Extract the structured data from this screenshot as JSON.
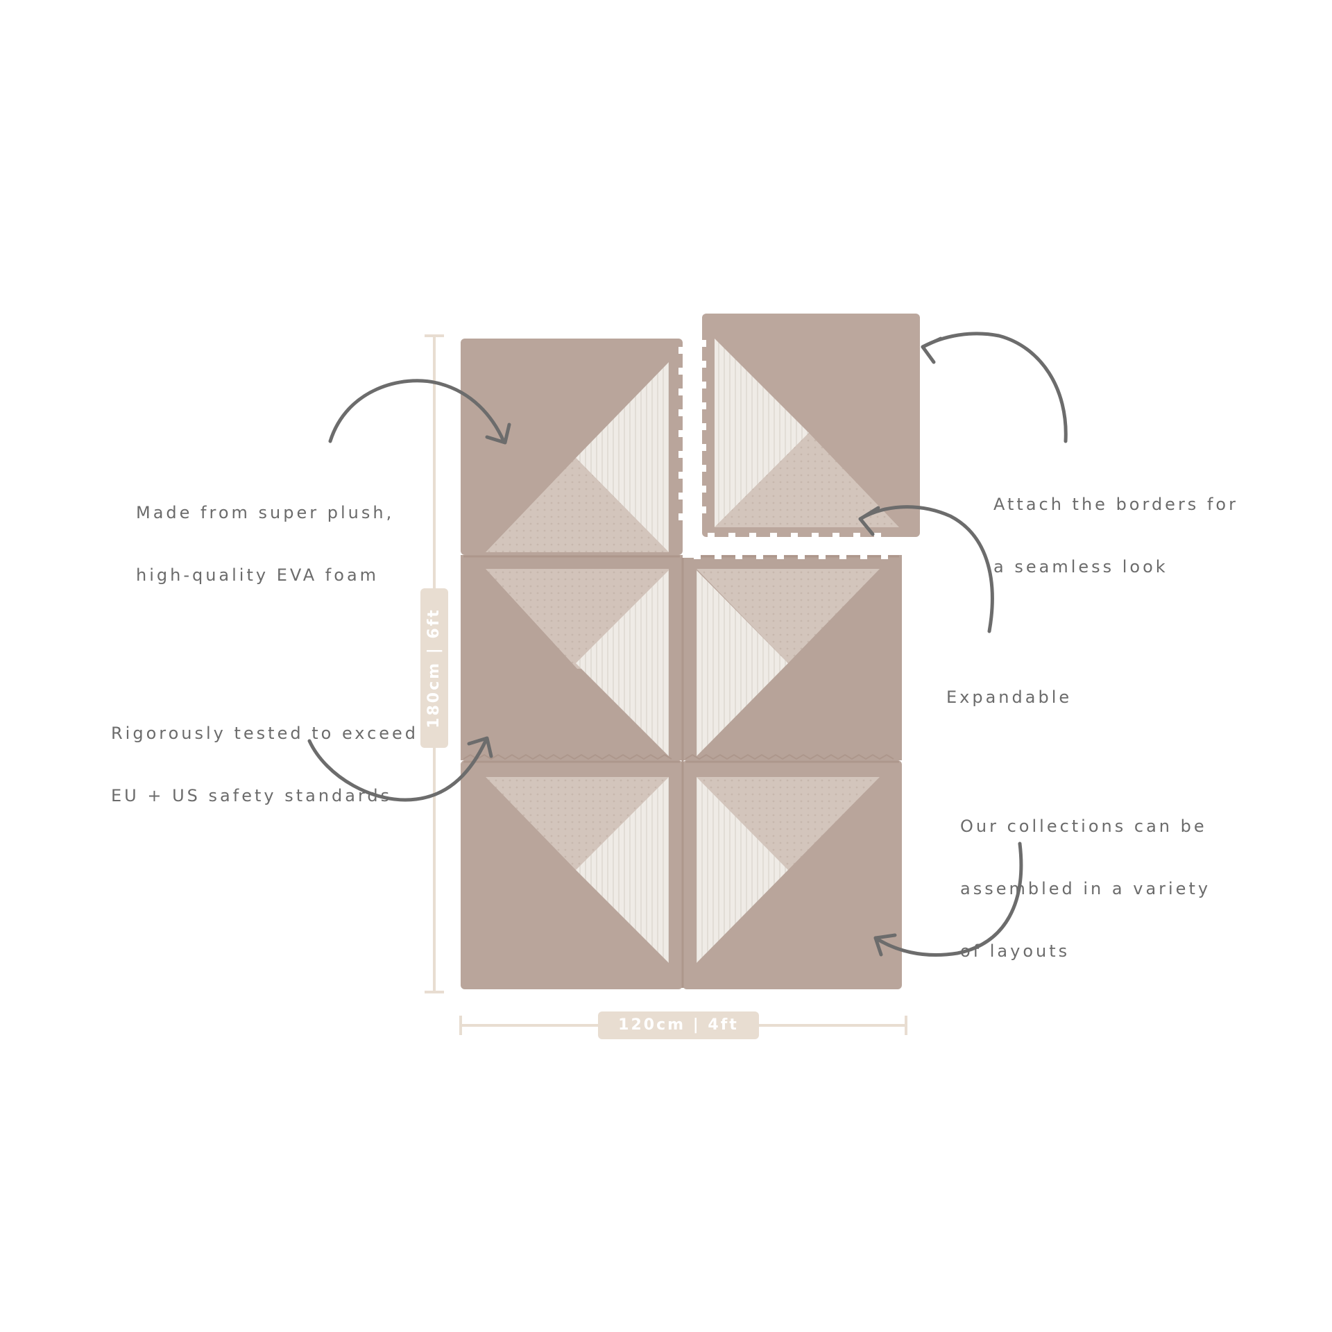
{
  "callouts": {
    "foam": [
      "Made from super plush,",
      "high-quality EVA foam"
    ],
    "tested": [
      "Rigorously tested to exceed",
      "EU + US safety standards"
    ],
    "borders": [
      "Attach the borders for",
      "a seamless look"
    ],
    "expandable": [
      "Expandable"
    ],
    "layouts": [
      "Our collections can be",
      "assembled in a variety",
      "of layouts"
    ]
  },
  "dimensions": {
    "width": "120cm | 4ft",
    "height": "180cm | 6ft"
  },
  "colors": {
    "tile": "#b9a59b",
    "tile_dark": "#ad978c",
    "light_triangle": "#efebe6",
    "mid_triangle": "#d2c4bb",
    "arrow": "#6c6c6c",
    "dimension": "#e8ddd1"
  }
}
